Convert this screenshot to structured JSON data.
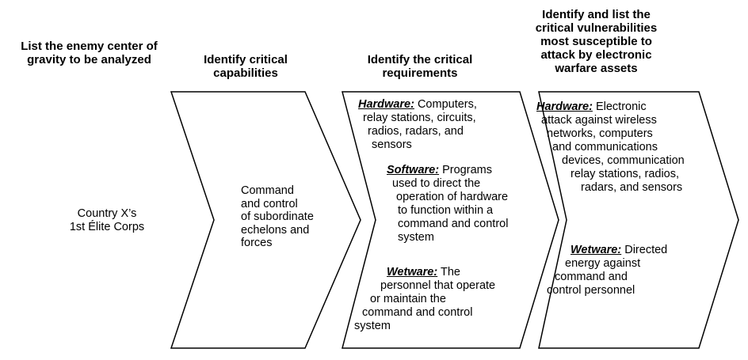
{
  "headers": {
    "col1": "List the enemy center of gravity to be analyzed",
    "col2": "Identify critical capabilities",
    "col3": "Identify the critical requirements",
    "col4": "Identify and list the critical vulnerabilities most susceptible to attack by electronic warfare assets"
  },
  "center_of_gravity": {
    "line1": "Country X’s",
    "line2": "1st Élite Corps"
  },
  "capability": {
    "line1": "Command",
    "line2": "and control",
    "line3": "of subordinate",
    "line4": "echelons and",
    "line5": "forces"
  },
  "requirements": {
    "hardware": {
      "label": "Hardware:",
      "l1": "Computers,",
      "l2": "relay stations, circuits,",
      "l3": "radios, radars, and",
      "l4": "sensors"
    },
    "software": {
      "label": "Software:",
      "l1": "Programs",
      "l2": "used to direct the",
      "l3": "operation of hardware",
      "l4": "to function within a",
      "l5": "command and control",
      "l6": "system"
    },
    "wetware": {
      "label": "Wetware:",
      "l1": "The",
      "l2": "personnel that operate",
      "l3": "or maintain the",
      "l4": "command and control",
      "l5": "system"
    }
  },
  "vulnerabilities": {
    "hardware": {
      "label": "Hardware:",
      "l1": "Electronic",
      "l2": "attack against wireless",
      "l3": "networks, computers",
      "l4": "and communications",
      "l5": "devices, communication",
      "l6": "relay stations, radios,",
      "l7": "radars, and sensors"
    },
    "wetware": {
      "label": "Wetware:",
      "l1": "Directed",
      "l2": "energy against",
      "l3": "command and",
      "l4": "control personnel"
    }
  },
  "colors": {
    "stroke": "#000000",
    "text": "#000000",
    "background": "#ffffff"
  }
}
